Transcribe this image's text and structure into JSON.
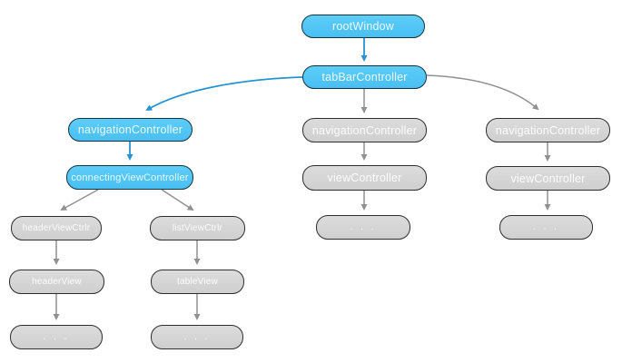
{
  "diagram_type": "view-controller-hierarchy-tree",
  "colors": {
    "background": "#FFFFFF",
    "node_blue_fill": "#52C5F5",
    "node_blue_border": "#15333F",
    "node_gray_fill": "#D5D5D5",
    "node_gray_border": "#2E2E2E",
    "node_text": "#FFFFFF",
    "arrow_blue": "#2694D1",
    "arrow_gray": "#919191"
  },
  "nodes": {
    "rootWindow": {
      "label": "rootWindow",
      "highlighted": true
    },
    "tabBarController": {
      "label": "tabBarController",
      "highlighted": true
    },
    "navLeft": {
      "label": "navigationController",
      "highlighted": true
    },
    "connectingViewController": {
      "label": "connectingViewController",
      "highlighted": true
    },
    "headerViewCtrlr": {
      "label": "headerViewCtrlr",
      "highlighted": false
    },
    "listViewCtrlr": {
      "label": "listViewCtrlr",
      "highlighted": false
    },
    "headerView": {
      "label": "headerView",
      "highlighted": false
    },
    "tableView": {
      "label": "tableView",
      "highlighted": false
    },
    "dotsLeftA": {
      "label": ". . .",
      "highlighted": false
    },
    "dotsLeftB": {
      "label": ". . .",
      "highlighted": false
    },
    "navMid": {
      "label": "navigationController",
      "highlighted": false
    },
    "viewControllerMid": {
      "label": "viewController",
      "highlighted": false
    },
    "dotsMid": {
      "label": ". . .",
      "highlighted": false
    },
    "navRight": {
      "label": "navigationController",
      "highlighted": false
    },
    "viewControllerRight": {
      "label": "viewController",
      "highlighted": false
    },
    "dotsRight": {
      "label": ". . .",
      "highlighted": false
    }
  },
  "edges": [
    {
      "from": "rootWindow",
      "to": "tabBarController",
      "color": "blue"
    },
    {
      "from": "tabBarController",
      "to": "navLeft",
      "color": "blue"
    },
    {
      "from": "tabBarController",
      "to": "navMid",
      "color": "gray"
    },
    {
      "from": "tabBarController",
      "to": "navRight",
      "color": "gray"
    },
    {
      "from": "navLeft",
      "to": "connectingViewController",
      "color": "blue"
    },
    {
      "from": "connectingViewController",
      "to": "headerViewCtrlr",
      "color": "gray"
    },
    {
      "from": "connectingViewController",
      "to": "listViewCtrlr",
      "color": "gray"
    },
    {
      "from": "headerViewCtrlr",
      "to": "headerView",
      "color": "gray"
    },
    {
      "from": "headerView",
      "to": "dotsLeftA",
      "color": "gray"
    },
    {
      "from": "listViewCtrlr",
      "to": "tableView",
      "color": "gray"
    },
    {
      "from": "tableView",
      "to": "dotsLeftB",
      "color": "gray"
    },
    {
      "from": "navMid",
      "to": "viewControllerMid",
      "color": "gray"
    },
    {
      "from": "viewControllerMid",
      "to": "dotsMid",
      "color": "gray"
    },
    {
      "from": "navRight",
      "to": "viewControllerRight",
      "color": "gray"
    },
    {
      "from": "viewControllerRight",
      "to": "dotsRight",
      "color": "gray"
    }
  ]
}
